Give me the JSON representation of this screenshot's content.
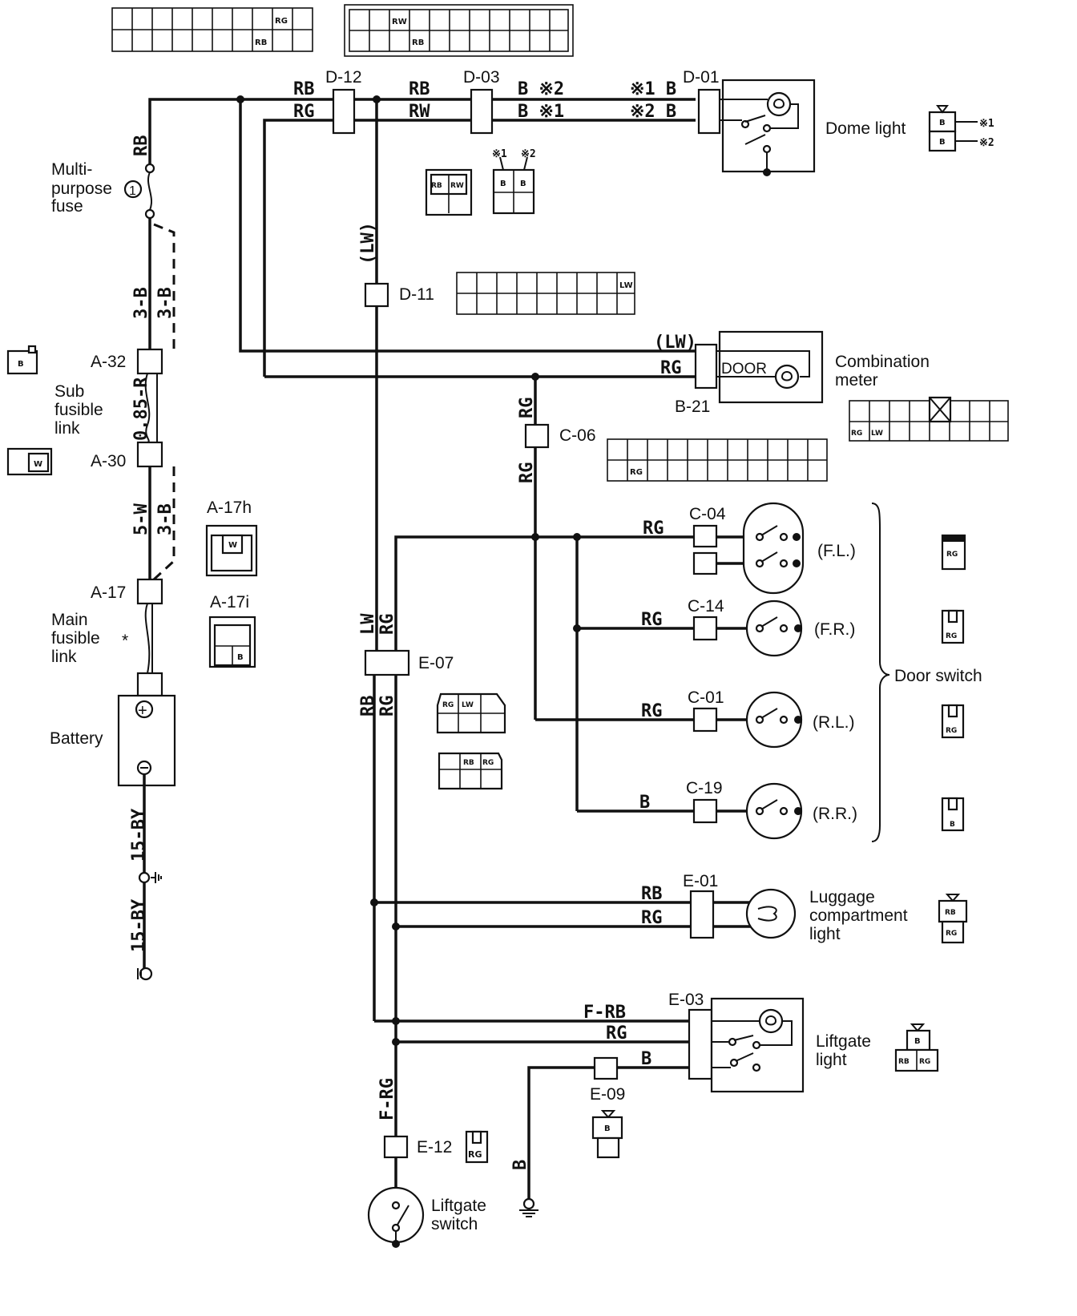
{
  "connectors": {
    "d12": "D-12",
    "d03": "D-03",
    "d01": "D-01",
    "d11": "D-11",
    "b21": "B-21",
    "c06": "C-06",
    "c04": "C-04",
    "c14": "C-14",
    "c01": "C-01",
    "c19": "C-19",
    "e07": "E-07",
    "e01": "E-01",
    "e03": "E-03",
    "e09": "E-09",
    "e12": "E-12",
    "a32": "A-32",
    "a30": "A-30",
    "a17": "A-17",
    "a17h": "A-17h",
    "a17i": "A-17i"
  },
  "components": {
    "dome_light": "Dome light",
    "combination_meter": [
      "Combination",
      "meter"
    ],
    "door_switch": "Door switch",
    "luggage_light": [
      "Luggage",
      "compartment",
      "light"
    ],
    "liftgate_light": [
      "Liftgate",
      "light"
    ],
    "liftgate_switch": [
      "Liftgate",
      "switch"
    ],
    "multipurpose_fuse": [
      "Multi-",
      "purpose",
      "fuse"
    ],
    "fuse_number": "1",
    "sub_fusible_link": [
      "Sub",
      "fusible",
      "link"
    ],
    "main_fusible_link": [
      "Main",
      "fusible",
      "link"
    ],
    "battery": "Battery",
    "meter_door": "DOOR",
    "asterisk": "*"
  },
  "door_positions": {
    "fl": "(F.L.)",
    "fr": "(F.R.)",
    "rl": "(R.L.)",
    "rr": "(R.R.)"
  },
  "wires": {
    "rb": "RB",
    "rg": "RG",
    "rw": "RW",
    "b": "B",
    "lw": "LW",
    "lw_paren": "(LW)",
    "b_n2": "B ※2",
    "b_n1": "B ※1",
    "n1_b": "※1 B",
    "n2_b": "※2 B",
    "f_rb": "F-RB",
    "f_rg": "F-RG",
    "w3b": "3-B",
    "w085r": "0.85-R",
    "w5w": "5-W",
    "w15by": "15-BY"
  },
  "notes": {
    "n1": "※1",
    "n2": "※2"
  },
  "pins": {
    "RG": "RG",
    "RB": "RB",
    "RW": "RW",
    "LW": "LW",
    "B": "B",
    "W": "W"
  }
}
